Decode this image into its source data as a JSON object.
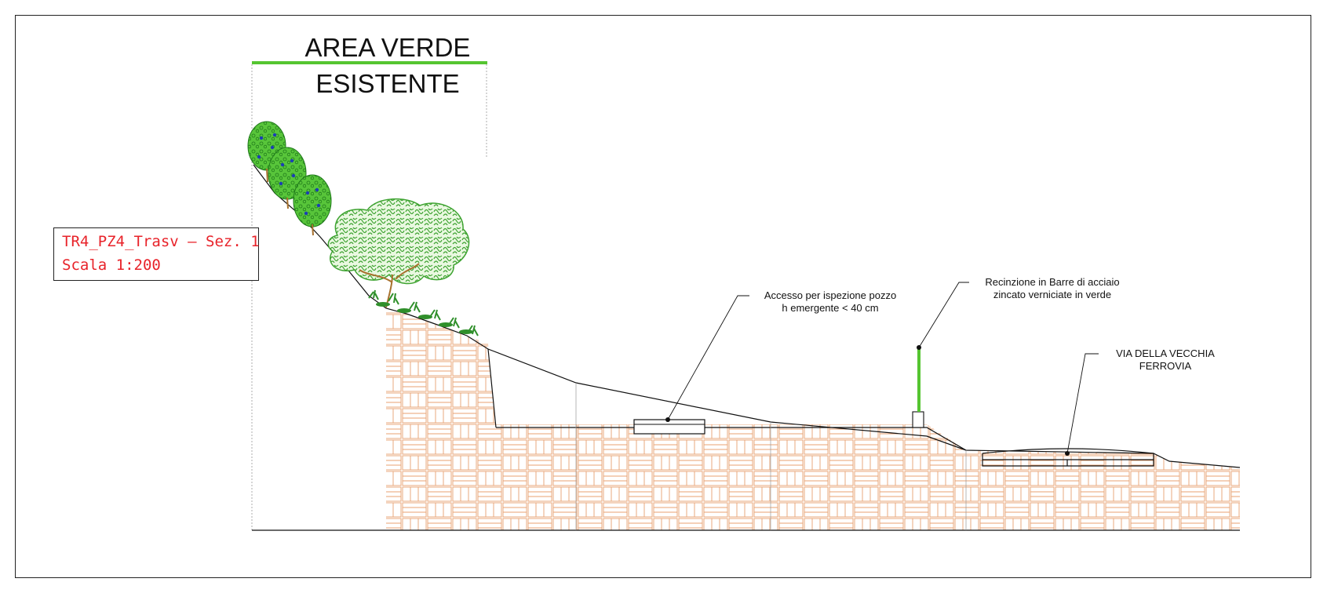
{
  "title": {
    "line1": "AREA VERDE",
    "line2": "ESISTENTE"
  },
  "section_box": {
    "line1": "TR4_PZ4_Trasv – Sez. 1",
    "line2": "Scala 1:200"
  },
  "annotations": {
    "inspection_line1": "Accesso per ispezione pozzo",
    "inspection_line2": "h emergente < 40 cm",
    "fence_line1": "Recinzione in Barre di acciaio",
    "fence_line2": "zincato verniciate in verde",
    "road_line1": "VIA DELLA VECCHIA",
    "road_line2": "FERROVIA"
  },
  "colors": {
    "accent_green": "#55c531",
    "section_red": "#e8232a",
    "hatch_orange": "#e8a070",
    "foliage_green": "#3ea331",
    "trunk_brown": "#a8712e",
    "line_black": "#111111"
  },
  "icons": {
    "tree_canopy": "tree-canopy-icon",
    "shrub": "shrub-icon",
    "grass": "grass-tuft-icon"
  }
}
